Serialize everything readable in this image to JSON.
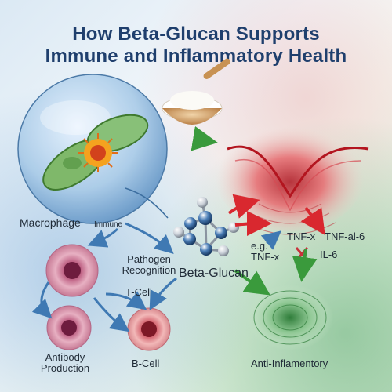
{
  "title": {
    "line1": "How Beta-Glucan Supports",
    "line2": "Immune and Inflammatory Health"
  },
  "labels": {
    "macrophage": "Macrophage",
    "immune": "Immune",
    "pathogen_line1": "Pathogen",
    "pathogen_line2": "Recognition",
    "beta_glucan": "Beta-Glucan",
    "t_cell": "T-Cell",
    "b_cell": "B-Cell",
    "antibody_line1": "Antibody",
    "antibody_line2": "Production",
    "eg_line1": "e.g.",
    "eg_line2": "TNF-x",
    "tnf_x": "TNF-x",
    "tnf_al6": "TNF-al-6",
    "il6": "IL-6",
    "anti_inflammatory": "Anti-Inflamentory"
  },
  "colors": {
    "title": "#1f3f6d",
    "arrow_blue": "#3f79b3",
    "arrow_red": "#d9282f",
    "arrow_green": "#3a9a3c",
    "cross_red": "#c8323a"
  }
}
